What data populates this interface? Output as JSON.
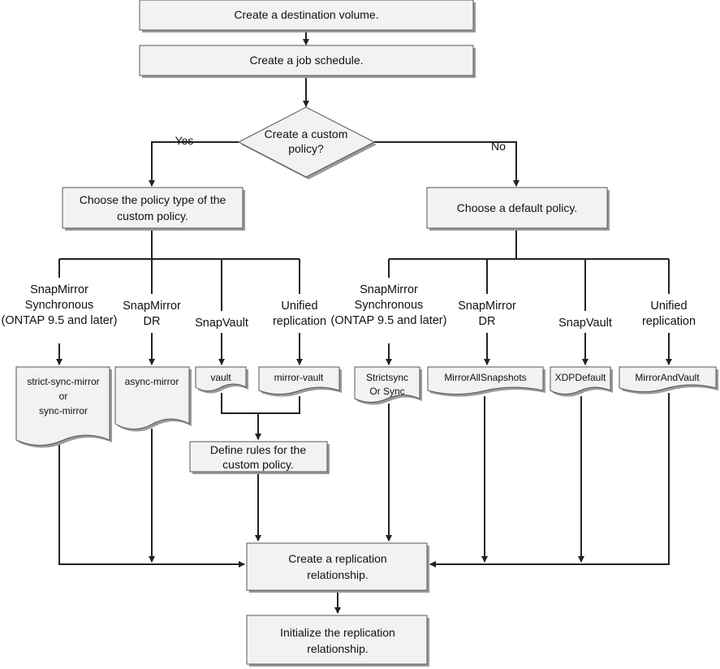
{
  "steps": {
    "create_volume": "Create a destination volume.",
    "create_schedule": "Create a job schedule.",
    "decision_line1": "Create a custom",
    "decision_line2": "policy?",
    "yes": "Yes",
    "no": "No",
    "choose_type_line1": "Choose the policy type of the",
    "choose_type_line2": "custom policy.",
    "choose_default": "Choose a default policy.",
    "define_rules_line1": "Define rules for the",
    "define_rules_line2": "custom policy.",
    "create_rel_line1": "Create a replication",
    "create_rel_line2": "relationship.",
    "init_rel_line1": "Initialize the replication",
    "init_rel_line2": "relationship."
  },
  "custom_branch": {
    "labels": {
      "sync_1": "SnapMirror",
      "sync_2": "Synchronous",
      "sync_3": "(ONTAP 9.5 and later)",
      "dr_1": "SnapMirror",
      "dr_2": "DR",
      "vault": "SnapVault",
      "unified_1": "Unified",
      "unified_2": "replication"
    },
    "docs": {
      "sync_1": "strict-sync-mirror",
      "sync_2": "or",
      "sync_3": "sync-mirror",
      "dr": "async-mirror",
      "vault": "vault",
      "unified": "mirror-vault"
    }
  },
  "default_branch": {
    "labels": {
      "sync_1": "SnapMirror",
      "sync_2": "Synchronous",
      "sync_3": "(ONTAP 9.5 and later)",
      "dr_1": "SnapMirror",
      "dr_2": "DR",
      "vault": "SnapVault",
      "unified_1": "Unified",
      "unified_2": "replication"
    },
    "docs": {
      "sync_1": "Strictsync",
      "sync_2": "Or Sync",
      "dr": "MirrorAllSnapshots",
      "vault": "XDPDefault",
      "unified": "MirrorAndVault"
    }
  }
}
